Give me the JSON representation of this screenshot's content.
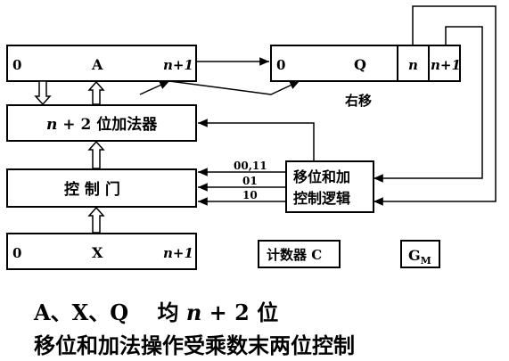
{
  "register_a": {
    "left": "0",
    "name": "A",
    "right": "n+1"
  },
  "register_q": {
    "left": "0",
    "name": "Q",
    "bit_n": "n",
    "bit_n1": "n+1"
  },
  "register_x": {
    "left": "0",
    "name": "X",
    "right": "n+1"
  },
  "adder": {
    "label_n": "n",
    "label_rest": " + 2 位加法器"
  },
  "control_gate": {
    "label": "控 制 门"
  },
  "shift_label": "右移",
  "logic": {
    "line1": "移位和加",
    "line2": "控制逻辑"
  },
  "signals": [
    "00,11",
    "01",
    "10"
  ],
  "counter": "计数器 C",
  "gm": {
    "main": "G",
    "sub": "M"
  },
  "caption1": {
    "prefix": "A、X、Q　 均 ",
    "n": "n",
    "suffix": " + 2  位"
  },
  "caption2": "移位和加法操作受乘数末两位控制"
}
